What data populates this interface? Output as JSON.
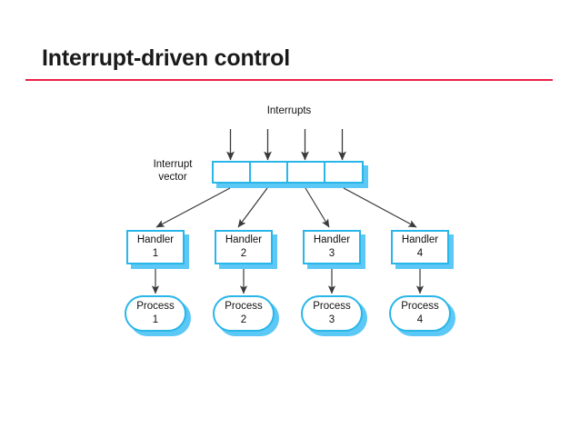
{
  "slide": {
    "title": "Interrupt-driven control",
    "divider_color": "#ED2049"
  },
  "diagram": {
    "accent_color": "#29B6E8",
    "shadow_color": "#5BC8F5",
    "arrow_color": "#3a3a3a",
    "interrupts_label": "Interrupts",
    "interrupt_vector_label_line1": "Interrupt",
    "interrupt_vector_label_line2": "vector",
    "vector_cells": [
      "",
      "",
      "",
      ""
    ],
    "columns": [
      {
        "handler_line1": "Handler",
        "handler_line2": "1",
        "process_line1": "Process",
        "process_line2": "1"
      },
      {
        "handler_line1": "Handler",
        "handler_line2": "2",
        "process_line1": "Process",
        "process_line2": "2"
      },
      {
        "handler_line1": "Handler",
        "handler_line2": "3",
        "process_line1": "Process",
        "process_line2": "3"
      },
      {
        "handler_line1": "Handler",
        "handler_line2": "4",
        "process_line1": "Process",
        "process_line2": "4"
      }
    ]
  }
}
